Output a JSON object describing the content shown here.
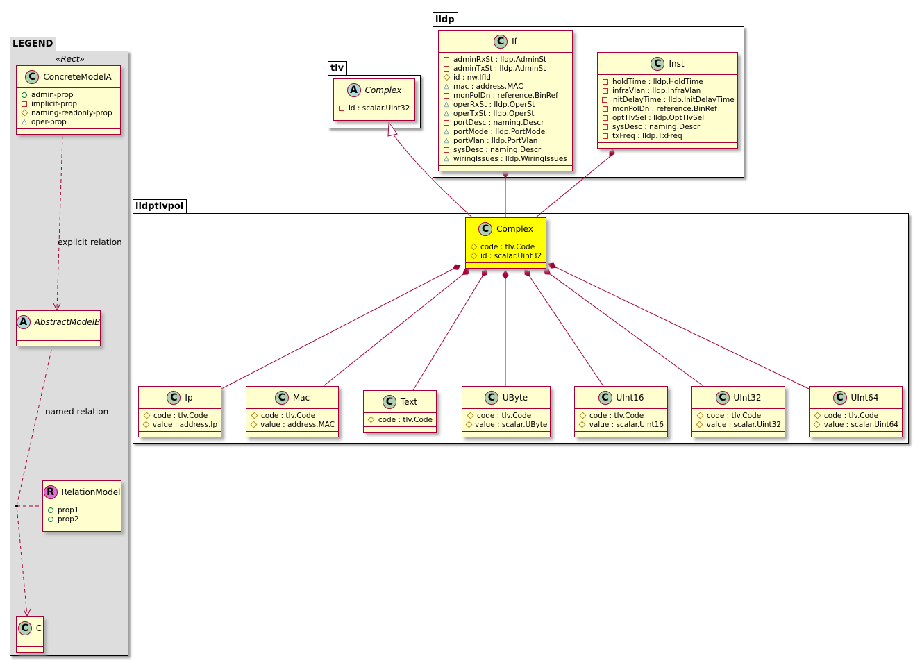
{
  "packages": {
    "legend": "LEGEND",
    "tlv": "tlv",
    "lldp": "lldp",
    "lldptlvpol": "lldptlvpol"
  },
  "legend_stereotype": "«Rect»",
  "colors": {
    "border": "#a80036",
    "class_bg": "#fefece",
    "highlight": "#ffff00",
    "legend_bg": "#dddddd",
    "circle_class": "#add1b2",
    "circle_abstract": "#a9dcdf",
    "circle_relation": "#da70d6"
  },
  "classes": [
    {
      "id": "ConcreteModelA",
      "kind": "C",
      "name": "ConcreteModelA",
      "fields": [
        [
          "+",
          "admin-prop"
        ],
        [
          "-",
          "implicit-prop"
        ],
        [
          "#",
          "naming-readonly-prop"
        ],
        [
          "~",
          "oper-prop"
        ]
      ]
    },
    {
      "id": "AbstractModelB",
      "kind": "A",
      "name": "AbstractModelB",
      "fields": []
    },
    {
      "id": "RelationModel",
      "kind": "R",
      "name": "RelationModel",
      "fields": [
        [
          "+",
          "prop1"
        ],
        [
          "+",
          "prop2"
        ]
      ]
    },
    {
      "id": "C",
      "kind": "C",
      "name": "C",
      "fields": []
    },
    {
      "id": "tlvComplex",
      "kind": "A",
      "name": "Complex",
      "fields": [
        [
          "-",
          "id : scalar.Uint32"
        ]
      ]
    },
    {
      "id": "If",
      "kind": "C",
      "name": "If",
      "fields": [
        [
          "-",
          "adminRxSt : lldp.AdminSt"
        ],
        [
          "-",
          "adminTxSt : lldp.AdminSt"
        ],
        [
          "#",
          "id : nw.IfId"
        ],
        [
          "~",
          "mac : address.MAC"
        ],
        [
          "-",
          "monPolDn : reference.BinRef"
        ],
        [
          "~",
          "operRxSt : lldp.OperSt"
        ],
        [
          "~",
          "operTxSt : lldp.OperSt"
        ],
        [
          "-",
          "portDesc : naming.Descr"
        ],
        [
          "~",
          "portMode : lldp.PortMode"
        ],
        [
          "~",
          "portVlan : lldp.PortVlan"
        ],
        [
          "-",
          "sysDesc : naming.Descr"
        ],
        [
          "~",
          "wiringIssues : lldp.WiringIssues"
        ]
      ]
    },
    {
      "id": "Inst",
      "kind": "C",
      "name": "Inst",
      "fields": [
        [
          "-",
          "holdTime : lldp.HoldTime"
        ],
        [
          "-",
          "infraVlan : lldp.InfraVlan"
        ],
        [
          "-",
          "initDelayTime : lldp.InitDelayTime"
        ],
        [
          "-",
          "monPolDn : reference.BinRef"
        ],
        [
          "-",
          "optTlvSel : lldp.OptTlvSel"
        ],
        [
          "-",
          "sysDesc : naming.Descr"
        ],
        [
          "-",
          "txFreq : lldp.TxFreq"
        ]
      ]
    },
    {
      "id": "Complex",
      "kind": "C",
      "name": "Complex",
      "highlight": true,
      "fields": [
        [
          "#",
          "code : tlv.Code"
        ],
        [
          "#",
          "id : scalar.Uint32"
        ]
      ]
    },
    {
      "id": "Ip",
      "kind": "C",
      "name": "Ip",
      "fields": [
        [
          "#",
          "code : tlv.Code"
        ],
        [
          "#",
          "value : address.Ip"
        ]
      ]
    },
    {
      "id": "Mac",
      "kind": "C",
      "name": "Mac",
      "fields": [
        [
          "#",
          "code : tlv.Code"
        ],
        [
          "#",
          "value : address.MAC"
        ]
      ]
    },
    {
      "id": "Text",
      "kind": "C",
      "name": "Text",
      "fields": [
        [
          "#",
          "code : tlv.Code"
        ]
      ]
    },
    {
      "id": "UByte",
      "kind": "C",
      "name": "UByte",
      "fields": [
        [
          "#",
          "code : tlv.Code"
        ],
        [
          "#",
          "value : scalar.UByte"
        ]
      ]
    },
    {
      "id": "UInt16",
      "kind": "C",
      "name": "UInt16",
      "fields": [
        [
          "#",
          "code : tlv.Code"
        ],
        [
          "#",
          "value : scalar.Uint16"
        ]
      ]
    },
    {
      "id": "UInt32",
      "kind": "C",
      "name": "UInt32",
      "fields": [
        [
          "#",
          "code : tlv.Code"
        ],
        [
          "#",
          "value : scalar.Uint32"
        ]
      ]
    },
    {
      "id": "UInt64",
      "kind": "C",
      "name": "UInt64",
      "fields": [
        [
          "#",
          "code : tlv.Code"
        ],
        [
          "#",
          "value : scalar.Uint64"
        ]
      ]
    }
  ],
  "relation_labels": {
    "explicit": "explicit relation",
    "named": "named relation"
  }
}
